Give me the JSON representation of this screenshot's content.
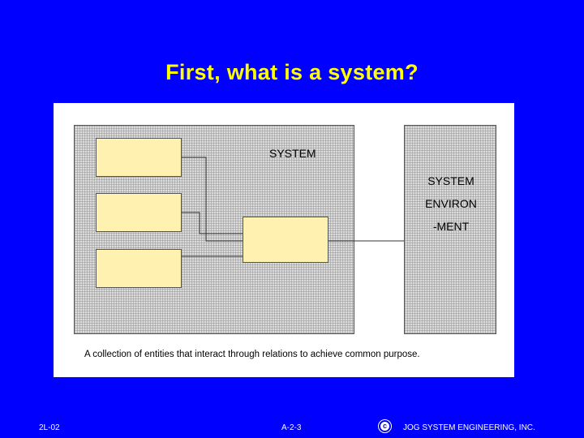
{
  "slide": {
    "title": "First, what is a system?",
    "diagram": {
      "system_label": "SYSTEM",
      "environment_label_lines": [
        "SYSTEM",
        "ENVIRON",
        "-MENT"
      ],
      "caption": "A collection of entities that interact through relations to achieve common purpose."
    },
    "footer": {
      "left_code": "2L-02",
      "page_code": "A-2-3",
      "copyright_symbol": "c",
      "company": "JOG SYSTEM ENGINEERING, INC."
    }
  },
  "colors": {
    "background": "#0000ff",
    "title": "#ffff00",
    "entity_fill": "#fff2b0",
    "footer_text": "#ffffff"
  }
}
